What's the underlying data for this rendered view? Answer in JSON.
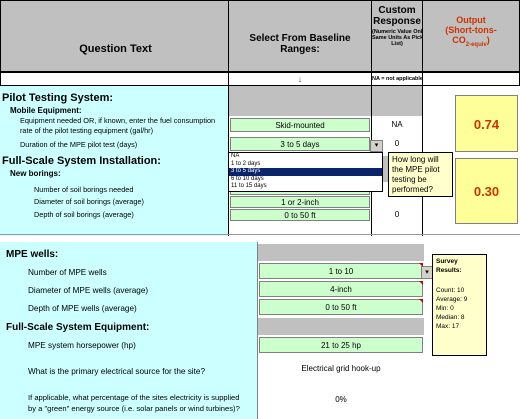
{
  "header": {
    "col_question": "Question Text",
    "col_select_line1": "Select From Baseline",
    "col_select_line2": "Ranges:",
    "col_custom_line1": "Custom",
    "col_custom_line2": "Response",
    "col_custom_note1": "(Numeric Value Only,",
    "col_custom_note2": "Same Units As Pick-",
    "col_custom_note3": "List)",
    "col_output_line1": "Output",
    "col_output_line2": "(Short-tons-",
    "col_output_line3": "CO",
    "col_output_sub": "2-equiv",
    "col_output_close": ")",
    "arrow": "↓",
    "na_note": "NA = not applicable"
  },
  "pilot": {
    "title": "Pilot Testing System:",
    "subtitle": "Mobile Equipment:",
    "q1_line1": "Equipment needed OR, if known, enter the fuel consumption",
    "q1_line2": "rate of the pilot testing equipment (gal/hr)",
    "q1_select": "Skid-mounted",
    "q1_custom": "NA",
    "q2": "Duration of the MPE pilot test (days)",
    "q2_select": "3 to 5 days",
    "q2_custom": "0",
    "output": "0.74"
  },
  "dropdown": {
    "options": [
      "NA",
      "1 to 2 days",
      "3 to 5 days",
      "6 to 10 days",
      "11 to 15 days"
    ],
    "selected_index": 2
  },
  "tooltip1": {
    "line1": "How long will",
    "line2": "the MPE pilot",
    "line3": "testing be",
    "line4": "performed?"
  },
  "fullscale": {
    "title": "Full-Scale System Installation:",
    "subtitle": "New borings:",
    "q1": "Number of soil borings needed",
    "q2": "Diameter of soil borings (average)",
    "q2_select": "1 or 2-inch",
    "q3": "Depth of soil borings (average)",
    "q3_select": "0 to 50 ft",
    "q3_custom": "0",
    "output": "0.30"
  },
  "mpe": {
    "title": "MPE wells:",
    "q1": "Number of MPE wells",
    "q1_select": "1 to 10",
    "q2": "Diameter of MPE wells (average)",
    "q2_select": "4-inch",
    "q3": "Depth of MPE wells (average)",
    "q3_select": "0 to 50 ft"
  },
  "equipment": {
    "title": "Full-Scale System Equipment:",
    "q1": "MPE system horsepower (hp)",
    "q1_select": "21 to 25 hp",
    "q2": "What is the primary electrical source for the site?",
    "q2_select": "Electrical grid hook-up",
    "q3_line1": "If applicable, what percentage of the sites electricity is supplied",
    "q3_line2": "by a \"green\" energy source (i.e. solar panels or wind turbines)?",
    "q3_select": "0%"
  },
  "survey": {
    "title1": "Survey",
    "title2": "Results:",
    "count": "Count: 10",
    "average": "Average: 9",
    "min": "Min: 0",
    "median": "Median: 8",
    "max": "Max: 17"
  },
  "colors": {
    "question_bg": "#ccffff",
    "cell_green": "#ccffcc",
    "header_gray": "#c0c0c0",
    "output_yellow": "#ffff99",
    "output_text": "#cc3300"
  }
}
